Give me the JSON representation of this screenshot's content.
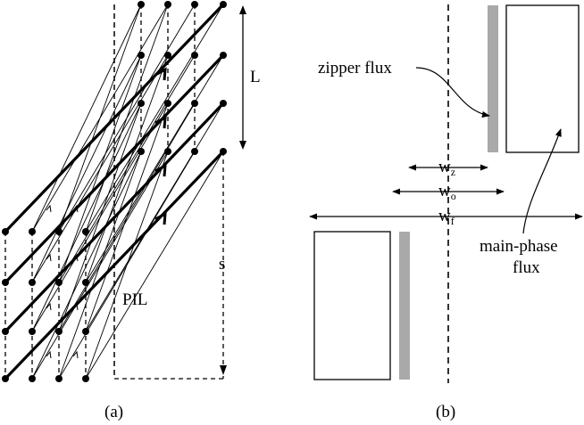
{
  "panel_a": {
    "caption": "(a)",
    "labels": {
      "length": "L",
      "separation": "s",
      "pil": "PIL"
    }
  },
  "panel_b": {
    "caption": "(b)",
    "labels": {
      "zipper_flux": "zipper flux",
      "main_phase_line1": "main-phase",
      "main_phase_line2": "flux",
      "w_z": "w",
      "w_z_sub": "z",
      "w_o": "w",
      "w_o_sub": "o",
      "w_f": "w",
      "w_f_sub": "f"
    },
    "colors": {
      "zipper_bar": "#a9a9a9"
    }
  }
}
